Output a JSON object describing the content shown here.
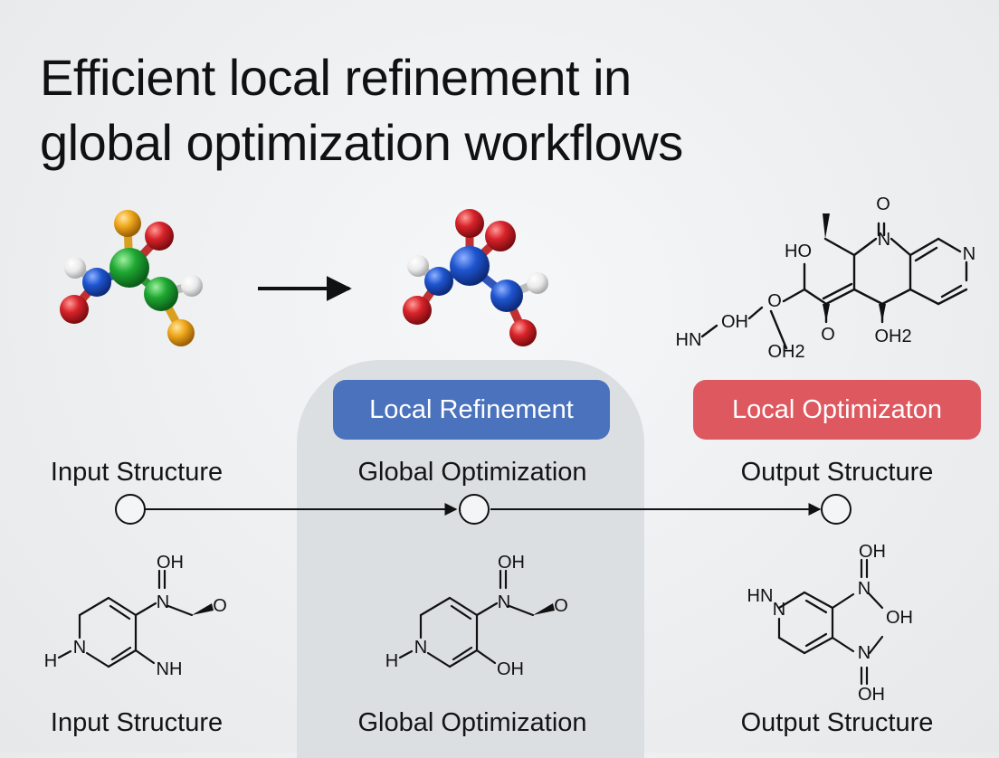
{
  "title": {
    "line1": "Efficient local refinement in",
    "line2": "global optimization workflows"
  },
  "badges": {
    "middle": "Local Refinement",
    "right": "Local Optimizaton"
  },
  "workflow": {
    "stages": [
      "Input Structure",
      "Global Optimization",
      "Output Structure"
    ]
  },
  "bottom_labels": [
    "Input Structure",
    "Global Optimization",
    "Output Structure"
  ],
  "molecules": {
    "top_right": {
      "atoms": {
        "o_top": "O",
        "ho": "HO",
        "n_mid": "N",
        "n_ring": "N",
        "o_link": "O",
        "hn": "HN",
        "oh": "OH",
        "oh2_a": "OH2",
        "o_bottom": "O",
        "oh2_b": "OH2"
      }
    },
    "bottom_left": {
      "atoms": {
        "oh": "OH",
        "n_nitroso": "N",
        "o": "O",
        "h": "H",
        "n_ring": "N",
        "nh": "NH"
      }
    },
    "bottom_middle": {
      "atoms": {
        "oh_top": "OH",
        "n_nitroso": "N",
        "o": "O",
        "h": "H",
        "n_ring": "N",
        "oh_bottom": "OH"
      }
    },
    "bottom_right": {
      "atoms": {
        "oh_top": "OH",
        "n_upper": "N",
        "hn": "HN",
        "n_ring": "N",
        "oh_mid": "OH",
        "n_lower": "N",
        "oh_bottom": "OH"
      }
    }
  },
  "colors": {
    "badge_blue": "#4a72bd",
    "badge_red": "#de5860",
    "atom_green": "#1fa832",
    "atom_blue": "#1f55d0",
    "atom_red": "#d8232a",
    "atom_gold": "#f0a81c",
    "atom_white": "#f2f2f2"
  }
}
